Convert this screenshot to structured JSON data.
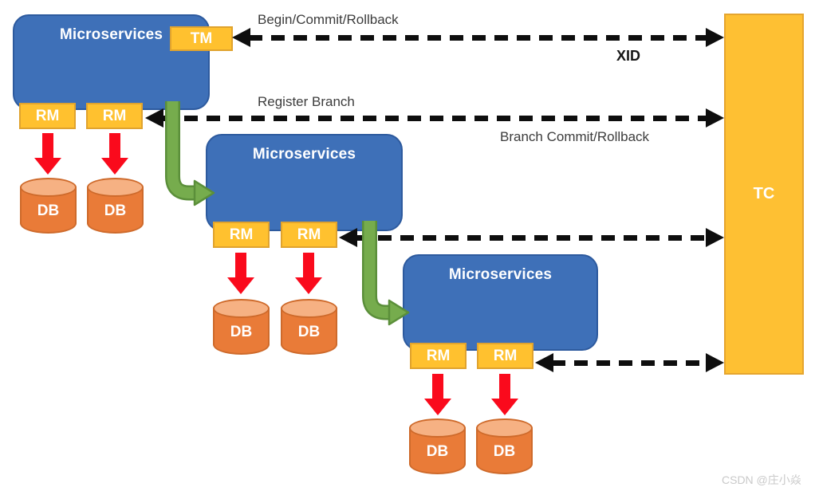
{
  "diagram": {
    "microservice_boxes": [
      {
        "label": "Microservices"
      },
      {
        "label": "Microservices"
      },
      {
        "label": "Microservices"
      }
    ],
    "tm_box": {
      "label": "TM"
    },
    "rm_label": "RM",
    "db_label": "DB",
    "tc_box": {
      "label": "TC"
    },
    "messages": {
      "begin_commit_rollback": "Begin/Commit/Rollback",
      "xid": "XID",
      "register_branch": "Register Branch",
      "branch_commit_rollback": "Branch Commit/Rollback"
    },
    "colors": {
      "microservice_blue": "#3E70B8",
      "tm_rm_orange": "#FFC12F",
      "tc_orange": "#FEC033",
      "db_orange": "#E97B38",
      "db_top_orange": "#F6B183",
      "arrow_red": "#FA0A1C",
      "arrow_green": "#76AC4D",
      "arrow_black": "#0E0E0E"
    }
  },
  "watermark": "CSDN @庄小焱"
}
